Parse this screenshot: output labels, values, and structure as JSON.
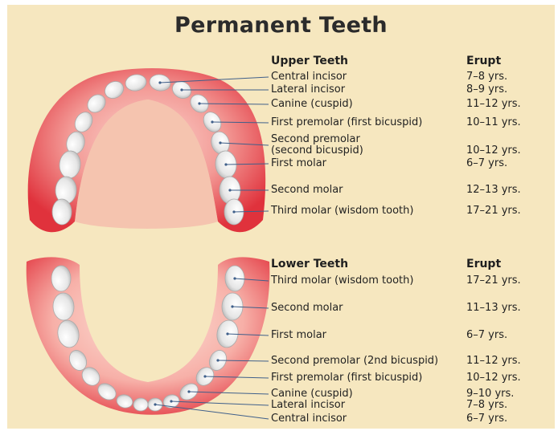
{
  "title": "Permanent Teeth",
  "upper": {
    "header": "Upper Teeth",
    "erupt_header": "Erupt",
    "teeth": [
      {
        "name": "Central incisor",
        "erupt": "7–8 yrs."
      },
      {
        "name": "Lateral incisor",
        "erupt": "8–9 yrs."
      },
      {
        "name": "Canine (cuspid)",
        "erupt": "11–12 yrs."
      },
      {
        "name": "First premolar (first bicuspid)",
        "erupt": "10–11 yrs."
      },
      {
        "name": "Second premolar\n(second bicuspid)",
        "erupt": "10–12 yrs."
      },
      {
        "name": "First molar",
        "erupt": "6–7 yrs."
      },
      {
        "name": "Second molar",
        "erupt": "12–13 yrs."
      },
      {
        "name": "Third molar (wisdom tooth)",
        "erupt": "17–21 yrs."
      }
    ]
  },
  "lower": {
    "header": "Lower Teeth",
    "erupt_header": "Erupt",
    "teeth": [
      {
        "name": "Third molar (wisdom tooth)",
        "erupt": "17–21 yrs."
      },
      {
        "name": "Second molar",
        "erupt": "11–13 yrs."
      },
      {
        "name": "First molar",
        "erupt": "6–7 yrs."
      },
      {
        "name": "Second premolar (2nd bicuspid)",
        "erupt": "11–12 yrs."
      },
      {
        "name": "First premolar (first bicuspid)",
        "erupt": "10–12 yrs."
      },
      {
        "name": "Canine (cuspid)",
        "erupt": "9–10 yrs."
      },
      {
        "name": "Lateral incisor",
        "erupt": "7–8 yrs."
      },
      {
        "name": "Central incisor",
        "erupt": "6–7 yrs."
      }
    ]
  },
  "colors": {
    "background": "#f6e7bf",
    "gum": "#e4424a",
    "tooth": "#ececec",
    "leader_line": "#3f5f8a"
  }
}
